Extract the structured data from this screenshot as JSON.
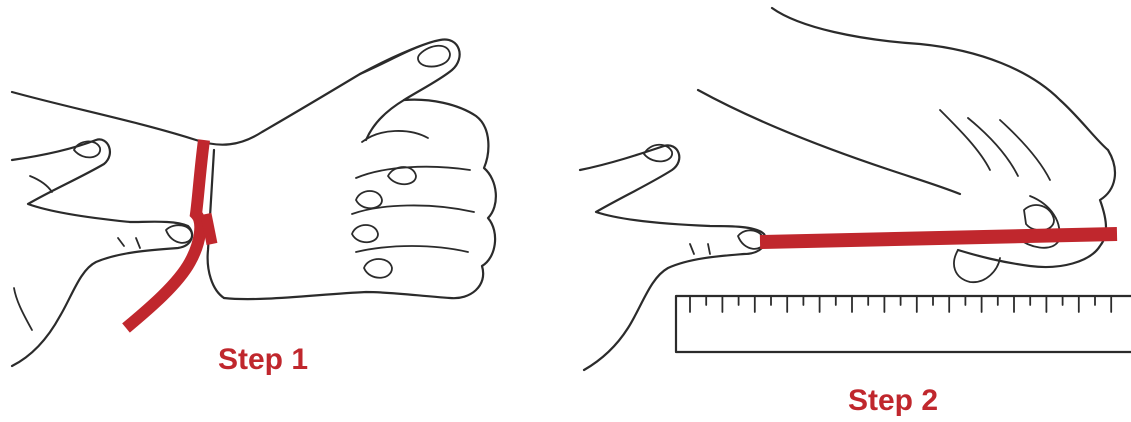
{
  "steps": [
    {
      "label": "Step 1"
    },
    {
      "label": "Step 2"
    }
  ],
  "colors": {
    "accent": "#c0272d",
    "outline": "#2b2b2b",
    "background": "#ffffff"
  },
  "icons": [
    "wrist-wrap-illustration",
    "ruler-measure-illustration"
  ]
}
